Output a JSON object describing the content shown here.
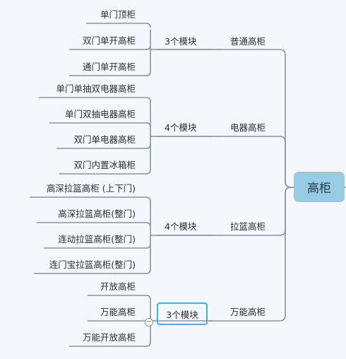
{
  "root": {
    "label": "高柜"
  },
  "groups": [
    {
      "category": "普通高柜",
      "module": "3个模块",
      "items": [
        "单门顶柜",
        "双门单开高柜",
        "通门单开高柜"
      ]
    },
    {
      "category": "电器高柜",
      "module": "4个模块",
      "items": [
        "单门单抽双电器高柜",
        "单门双抽电器高柜",
        "双门单电器高柜",
        "双门内置冰箱柜"
      ]
    },
    {
      "category": "拉篮高柜",
      "module": "4个模块",
      "items": [
        "高深拉篮高柜 (上下门)",
        "高深拉篮高柜(整门)",
        "连动拉篮高柜(整门)",
        "连门宝拉篮高柜(整门)"
      ]
    },
    {
      "category": "万能高柜",
      "module": "3个模块",
      "items": [
        "开放高柜",
        "万能高柜",
        "万能开放高柜"
      ]
    }
  ],
  "collapse_symbol": "−",
  "colors": {
    "line": "#8a93a0",
    "root_fill": "#98cce4",
    "selection": "#3fb2ec",
    "background": "#f4f8fd"
  }
}
